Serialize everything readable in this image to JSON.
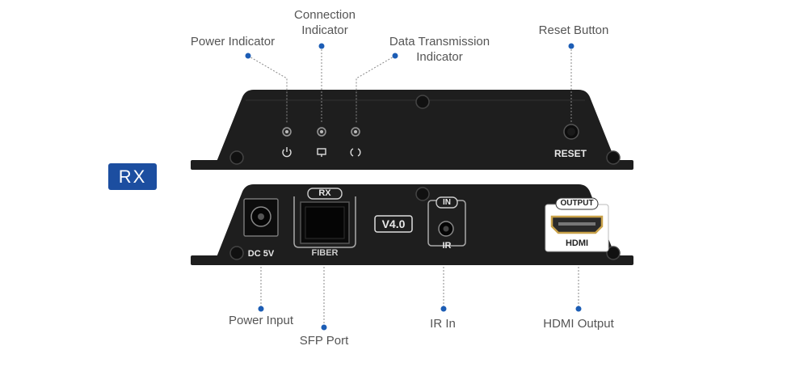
{
  "callouts": {
    "power_indicator": "Power Indicator",
    "connection_indicator_l1": "Connection",
    "connection_indicator_l2": "Indicator",
    "data_tx_l1": "Data Transmission",
    "data_tx_l2": "Indicator",
    "reset_button": "Reset Button",
    "power_input": "Power Input",
    "sfp_port": "SFP Port",
    "ir_in": "IR In",
    "hdmi_output": "HDMI Output"
  },
  "badge": "RX",
  "device_top": {
    "reset_label": "RESET"
  },
  "device_bottom": {
    "dc_label": "DC 5V",
    "rx_label": "RX",
    "fiber_label": "FIBER",
    "version": "V4.0",
    "in_label": "IN",
    "ir_label": "IR",
    "output_label": "OUTPUT",
    "hdmi_label": "HDMI"
  },
  "colors": {
    "accent": "#1c4ea0",
    "device": "#1e1e1e",
    "dot": "#1c5db5"
  }
}
